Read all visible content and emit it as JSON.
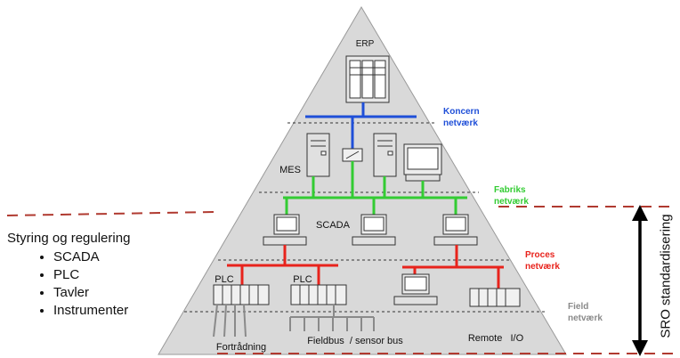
{
  "levels": {
    "erp": "ERP",
    "mes": "MES",
    "scada": "SCADA",
    "plc_1": "PLC",
    "plc_2": "PLC"
  },
  "networks": {
    "koncern": [
      "Koncern",
      "netværk"
    ],
    "fabriks": [
      "Fabriks",
      "netværk"
    ],
    "proces": [
      "Proces",
      "netværk"
    ],
    "field": [
      "Field",
      "netværk"
    ]
  },
  "bottom_labels": {
    "fortradning": "Fortrådning",
    "fieldbus": "Fieldbus  / sensor bus",
    "remote_io": "Remote   I/O"
  },
  "left_panel": {
    "title": "Styring og regulering",
    "items": [
      "SCADA",
      "PLC",
      "Tavler",
      "Instrumenter"
    ]
  },
  "side_label": "SRO standardisering",
  "colors": {
    "koncern": "#1f4fd8",
    "fabriks": "#33cc33",
    "proces": "#e8231c",
    "field": "#8a8a8a",
    "dashed_boundary": "#b03a30",
    "pyramid_fill": "#d9d9d9"
  }
}
